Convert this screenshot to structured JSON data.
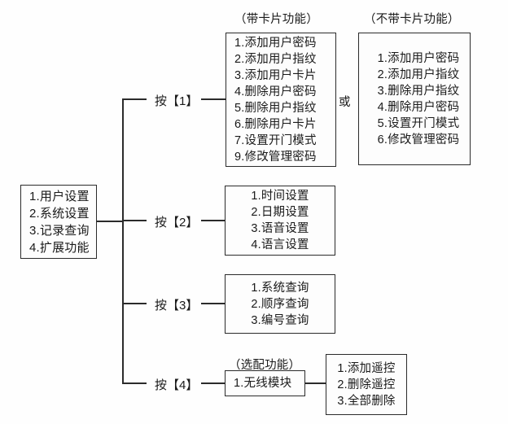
{
  "diagram": {
    "type": "tree-menu-flowchart",
    "root": {
      "name": "main-menu",
      "items": [
        "1.用户设置",
        "2.系统设置",
        "3.记录查询",
        "4.扩展功能"
      ]
    },
    "branches": [
      {
        "key_label": "按【1】",
        "caption_left": "（带卡片功能）",
        "caption_right": "（不带卡片功能）",
        "connector_label": "或",
        "items_with_card": [
          "1.添加用户密码",
          "2.添加用户指纹",
          "3.添加用户卡片",
          "4.删除用户密码",
          "5.删除用户指纹",
          "6.删除用户卡片",
          "7.设置开门模式",
          "9.修改管理密码"
        ],
        "items_without_card": [
          "1.添加用户密码",
          "2.添加用户指纹",
          "3.删除用户指纹",
          "4.删除用户密码",
          "5.设置开门模式",
          "6.修改管理密码"
        ]
      },
      {
        "key_label": "按【2】",
        "items": [
          "1.时间设置",
          "2.日期设置",
          "3.语音设置",
          "4.语言设置"
        ]
      },
      {
        "key_label": "按【3】",
        "items": [
          "1.系统查询",
          "2.顺序查询",
          "3.编号查询"
        ]
      },
      {
        "key_label": "按【4】",
        "caption": "（选配功能）",
        "module_items": [
          "1.无线模块"
        ],
        "sub_items": [
          "1.添加遥控",
          "2.删除遥控",
          "3.全部删除"
        ]
      }
    ],
    "colors": {
      "line": "#2b2b2b",
      "text": "#1a1a1a",
      "background": "#ffffff"
    }
  }
}
